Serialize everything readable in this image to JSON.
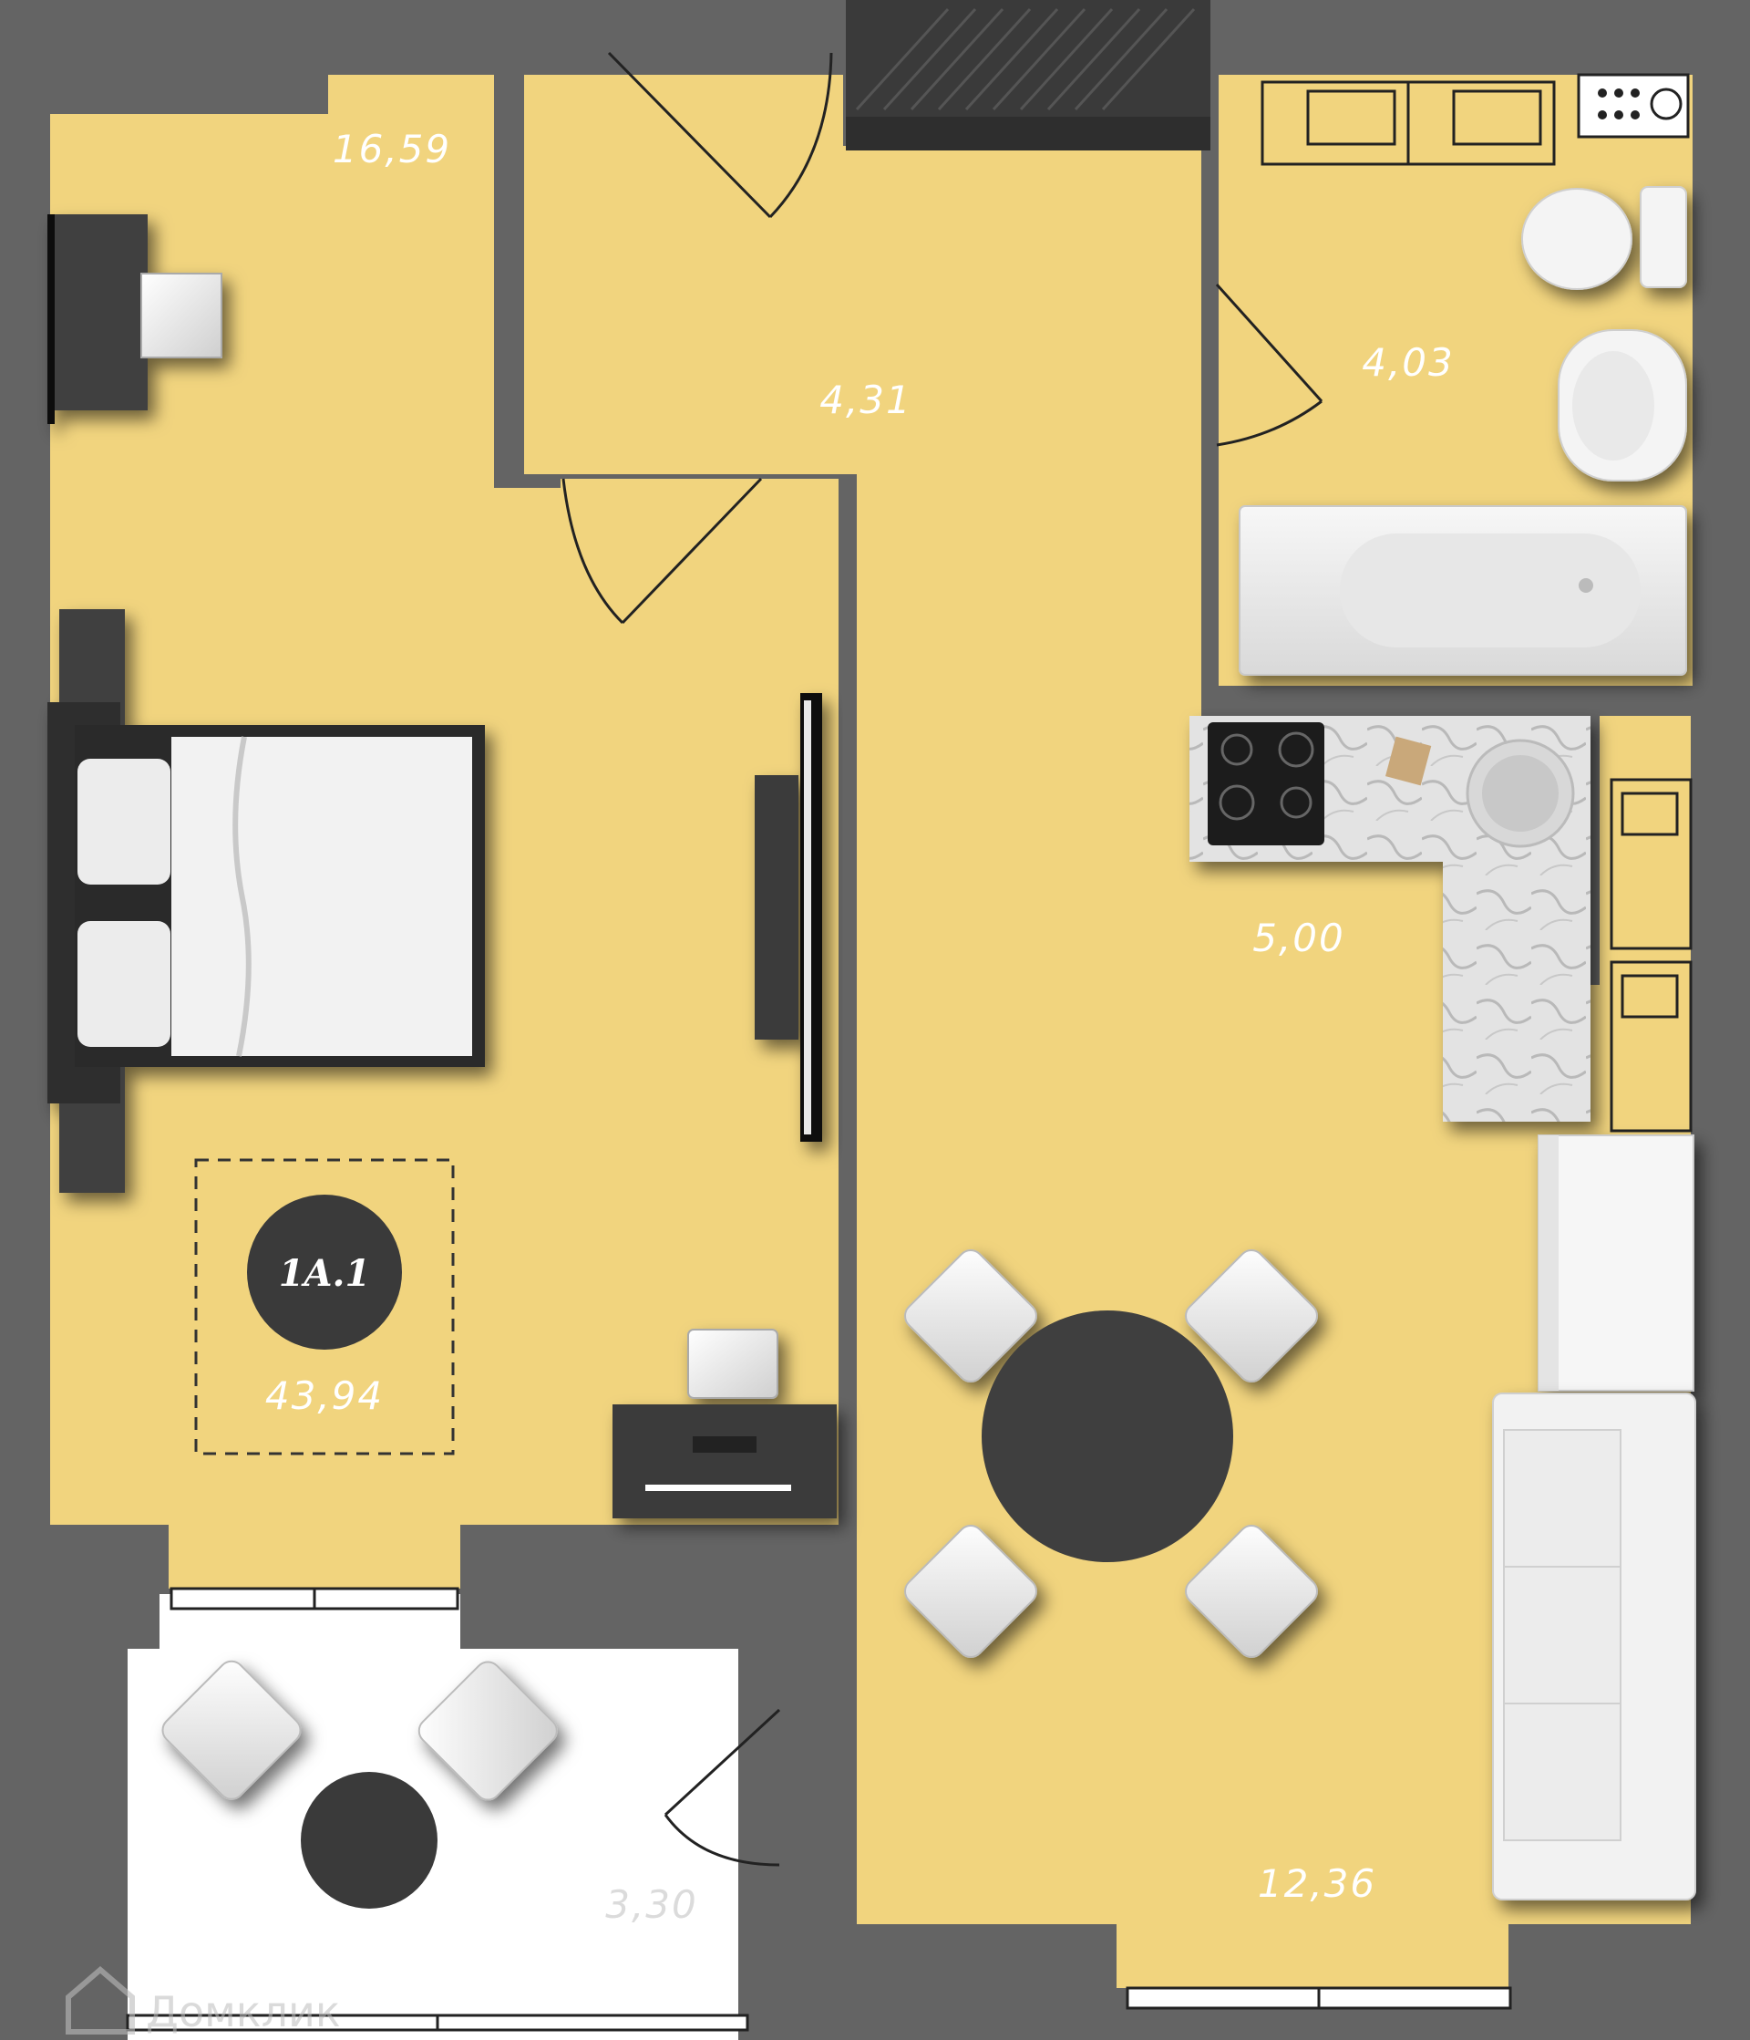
{
  "plan": {
    "unit_code": "1A.1",
    "total_area": "43,94",
    "rooms": [
      {
        "id": "bedroom",
        "area": "16,59"
      },
      {
        "id": "hallway",
        "area": "4,31"
      },
      {
        "id": "bathroom",
        "area": "4,03"
      },
      {
        "id": "kitchen",
        "area": "5,00"
      },
      {
        "id": "living",
        "area": "12,36"
      },
      {
        "id": "balcony",
        "area": "3,30"
      }
    ],
    "watermark": "Домклик"
  },
  "colors": {
    "wall": "#646464",
    "floor": "#f1d47e",
    "balcony_floor": "#ffffff",
    "furniture_dark": "#3f3f3f",
    "furniture_light": "#eeeeee"
  }
}
